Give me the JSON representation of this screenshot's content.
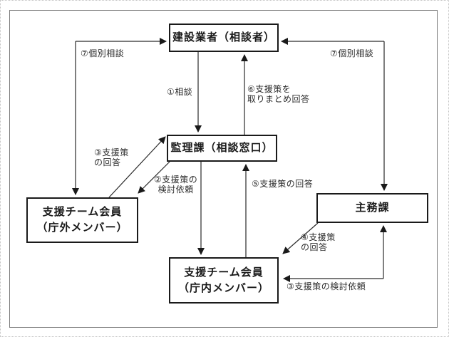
{
  "diagram": {
    "boxes": {
      "contractor": "建設業者（相談者）",
      "kanri_section": "監理課（相談窓口）",
      "support_team_external": "支援チーム会員\n（庁外メンバー）",
      "shumu_section": "主務課",
      "support_team_internal": "支援チーム会員\n（庁内メンバー）"
    },
    "arrow_labels": {
      "individual_consult_left": "⑦個別相談",
      "individual_consult_right": "⑦個別相談",
      "step1_consult": "①相談",
      "step6_compiled_reply": "⑥支援策を\n取りまとめ回答",
      "step3_reply_left": "③支援策\nの回答",
      "step2_review_request": "②支援策の\n検討依頼",
      "step5_reply": "⑤支援策の回答",
      "step4_reply": "④支援策\nの回答",
      "step3_review_request_right": "③支援策の検討依頼"
    },
    "colors": {
      "line": "#1a1a1a",
      "box_border": "#1a1a1a",
      "text": "#1a1a1a",
      "background": "#ffffff"
    }
  }
}
